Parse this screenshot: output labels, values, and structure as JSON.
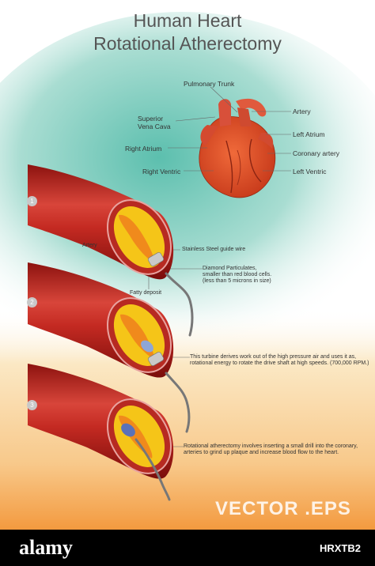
{
  "title": {
    "line1": "Human Heart",
    "line2": "Rotational Atherectomy"
  },
  "heart_labels": {
    "pulmonary_trunk": "Pulmonary Trunk",
    "superior_vena_cava_1": "Superior",
    "superior_vena_cava_2": "Vena Cava",
    "right_atrium": "Right Atrium",
    "right_ventric": "Right Ventric",
    "artery": "Artery",
    "left_atrium": "Left Atrium",
    "coronary_artery": "Coronary artery",
    "left_ventric": "Left Ventric"
  },
  "steps": [
    "1",
    "2",
    "3"
  ],
  "vessel_labels": {
    "artery": "Artery",
    "guide_wire": "Stainless Steel guide wire",
    "diamond_1": "Diamond Particulates,",
    "diamond_2": "smaller than red blood cells.",
    "diamond_3": "(less than 5 microns in size)",
    "fatty_deposit": "Fatty deposit"
  },
  "notes": {
    "turbine_1": "This turbine derives work out of the high pressure air and uses it as,",
    "turbine_2": "rotational energy to rotate the drive shaft at high speeds. (700,000 RPM.)",
    "rotational_1": "Rotational atherectomy involves inserting a small drill into the coronary,",
    "rotational_2": "arteries to grind up plaque and increase blood flow to the heart."
  },
  "watermark": {
    "text": "VECTOR  .EPS",
    "footer_logo": "alamy",
    "footer_id": "HRXTB2"
  },
  "colors": {
    "teal": "#6fc6b8",
    "peach": "#f7d9b0",
    "orange": "#f4a64a",
    "vessel": "#b8231c",
    "plaque": "#f5c518"
  }
}
